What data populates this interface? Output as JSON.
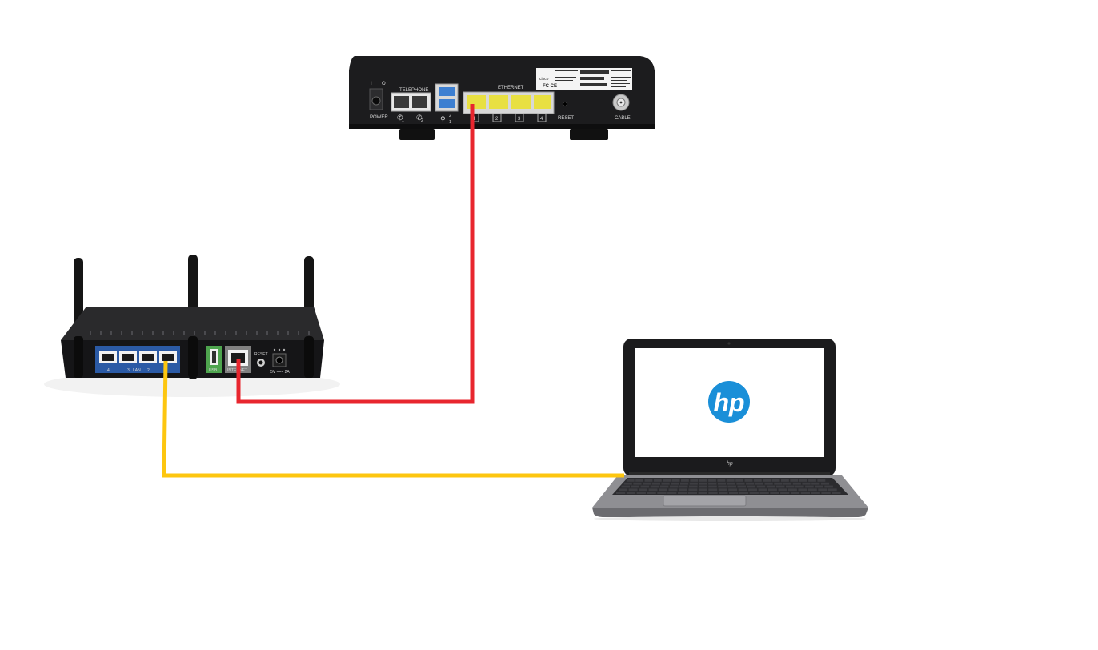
{
  "modem": {
    "labels": {
      "power": "POWER",
      "telephone": "TELEPHONE",
      "ethernet": "ETHERNET",
      "reset": "RESET",
      "cable": "CABLE",
      "usb_numbers": [
        "2",
        "1"
      ],
      "phone_numbers": [
        "1",
        "2"
      ],
      "ethernet_numbers": [
        "1",
        "2",
        "3",
        "4"
      ],
      "switch_marks": [
        "I",
        "O"
      ],
      "brand": "cisco",
      "certs": "FC CE"
    }
  },
  "router": {
    "labels": {
      "lan": "LAN",
      "lan_numbers": [
        "4",
        "3",
        "2"
      ],
      "usb": "USB",
      "internet": "INTERNET",
      "reset": "RESET",
      "power": "5V === 2A"
    }
  },
  "laptop": {
    "logo_text": "hp",
    "logo_color": "#1a8fd8"
  },
  "cables": [
    {
      "name": "modem-to-router",
      "color": "#e8262e"
    },
    {
      "name": "router-to-laptop",
      "color": "#fdc60f"
    }
  ]
}
